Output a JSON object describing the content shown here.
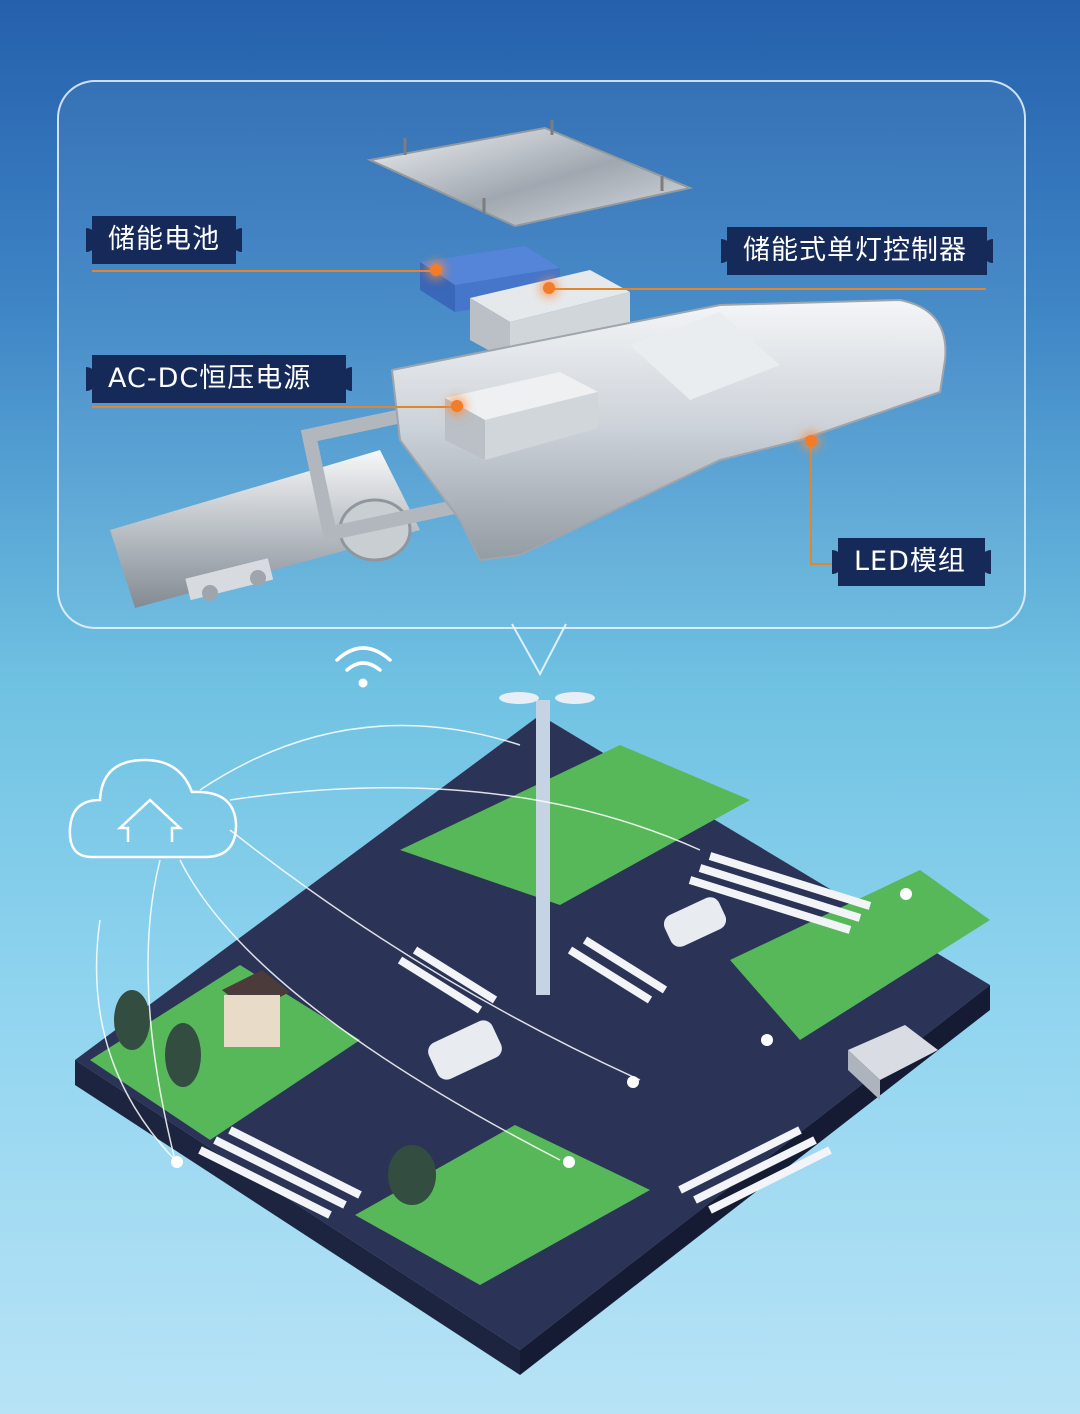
{
  "labels": {
    "battery": "储能电池",
    "controller": "储能式单灯控制器",
    "power": "AC-DC恒压电源",
    "led": "LED模组"
  },
  "colors": {
    "tag_bg": "#162a5a",
    "leader": "#e0862f",
    "background_top": "#2560ac",
    "background_bottom": "#b8e3f6"
  },
  "icons": [
    "cloud-upload-icon",
    "wifi-icon"
  ]
}
